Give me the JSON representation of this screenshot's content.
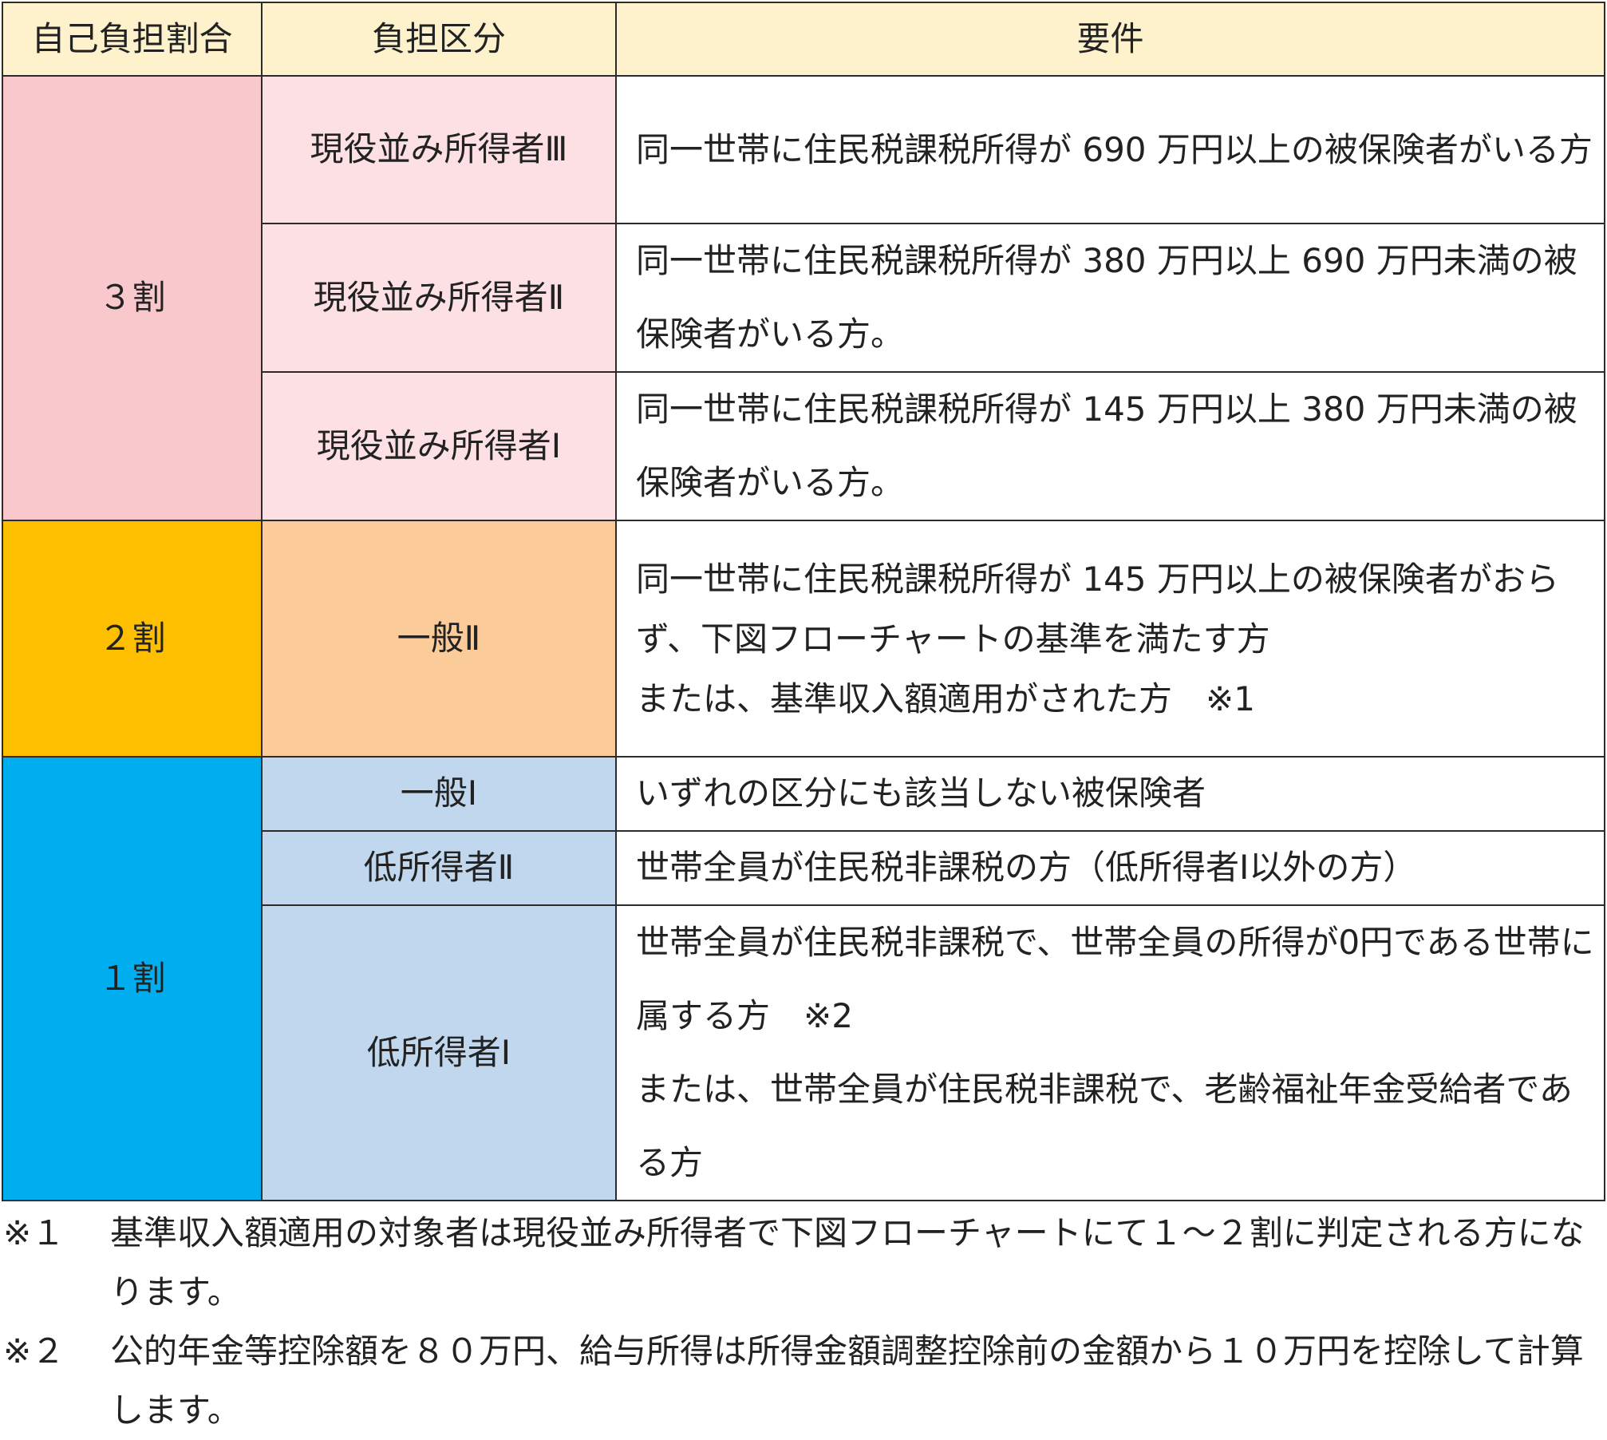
{
  "table": {
    "headers": {
      "ratio": "自己負担割合",
      "category": "負担区分",
      "requirement": "要件"
    },
    "groups": [
      {
        "ratio": "３割",
        "rows": [
          {
            "category": "現役並み所得者Ⅲ",
            "requirement": "同一世帯に住民税課税所得が 690 万円以上の被保険者がいる方"
          },
          {
            "category": "現役並み所得者Ⅱ",
            "requirement": "同一世帯に住民税課税所得が 380 万円以上 690 万円未満の被保険者がいる方。"
          },
          {
            "category": "現役並み所得者Ⅰ",
            "requirement": "同一世帯に住民税課税所得が 145 万円以上 380 万円未満の被保険者がいる方。"
          }
        ]
      },
      {
        "ratio": "２割",
        "rows": [
          {
            "category": "一般Ⅱ",
            "requirement_lines": [
              "同一世帯に住民税課税所得が 145 万円以上の被保険者がおらず、下図フローチャートの基準を満たす方",
              "または、基準収入額適用がされた方　※1"
            ]
          }
        ]
      },
      {
        "ratio": "１割",
        "rows": [
          {
            "category": "一般Ⅰ",
            "requirement": "いずれの区分にも該当しない被保険者"
          },
          {
            "category": "低所得者Ⅱ",
            "requirement": "世帯全員が住民税非課税の方（低所得者Ⅰ以外の方）"
          },
          {
            "category": "低所得者Ⅰ",
            "requirement_lines": [
              "世帯全員が住民税非課税で、世帯全員の所得が0円である世帯に属する方　※2",
              "または、世帯全員が住民税非課税で、老齢福祉年金受給者である方"
            ]
          }
        ]
      }
    ]
  },
  "footnotes": [
    {
      "mark": "※１",
      "text": "基準収入額適用の対象者は現役並み所得者で下図フローチャートにて１～２割に判定される方になります。"
    },
    {
      "mark": "※２",
      "text": "公的年金等控除額を８０万円、給与所得は所得金額調整控除前の金額から１０万円を控除して計算します。"
    }
  ],
  "colors": {
    "header_bg": "#fdf2cc",
    "ratio3_bg": "#f9c8cc",
    "cat3_bg": "#fde0e3",
    "ratio2_bg": "#fdbf00",
    "cat2_bg": "#fbcb99",
    "ratio1_bg": "#00aeef",
    "cat1_bg": "#c0d7ee"
  }
}
